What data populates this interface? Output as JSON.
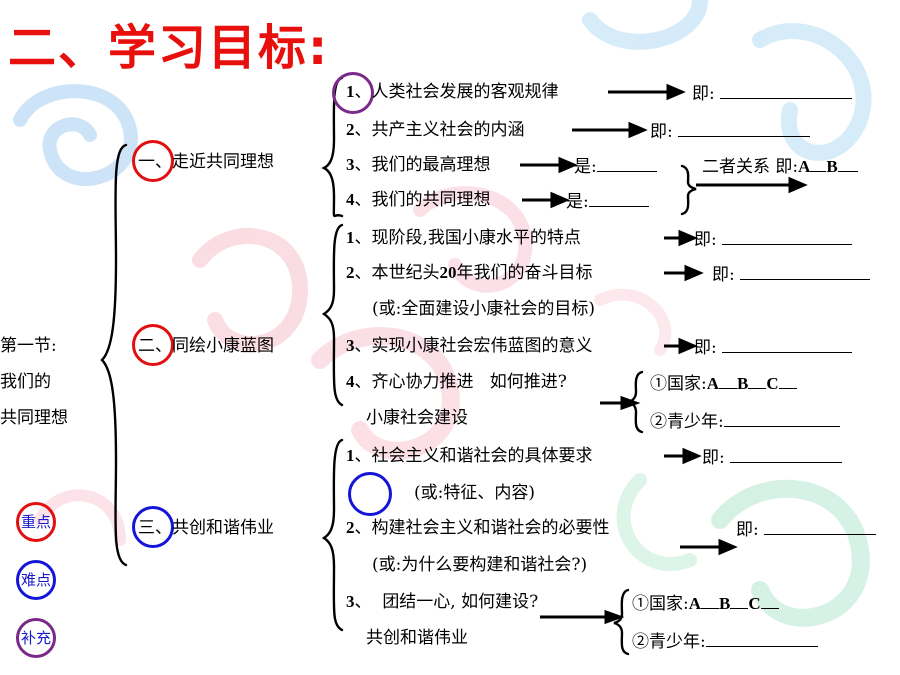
{
  "title": "二、学习目标:",
  "chapter": {
    "line1": "第一节:",
    "line2": "我们的",
    "line3": "共同理想"
  },
  "legend": {
    "key_point": "重点",
    "difficult_point": "难点",
    "supplement": "补充"
  },
  "section1": {
    "label": "一、走近共同理想",
    "items": [
      {
        "num": "1",
        "text": "、人类社会发展的客观规律",
        "tail": "即:"
      },
      {
        "num": "2",
        "text": "、共产主义社会的内涵",
        "tail": "即:"
      },
      {
        "num": "3",
        "text": "、我们的最高理想",
        "tail": "是:"
      },
      {
        "num": "4",
        "text": "、我们的共同理想",
        "tail": "是:"
      }
    ],
    "relation": "二者关系 即:",
    "relation_a": "A",
    "relation_b": "B"
  },
  "section2": {
    "label": "二、同绘小康蓝图",
    "items": [
      {
        "num": "1",
        "text": "、现阶段,我国小康水平的特点",
        "tail": "即:"
      },
      {
        "num": "2",
        "text": "、本世纪头",
        "bold": "20",
        "text2": "年我们的奋斗目标",
        "tail": "即:"
      },
      {
        "note": "(或:全面建设小康社会的目标)"
      },
      {
        "num": "3",
        "text": "、实现小康社会宏伟蓝图的意义",
        "tail": "即:"
      },
      {
        "num": "4",
        "text": "、齐心协力推进",
        "question": "如何推进?",
        "sub": "小康社会建设"
      }
    ],
    "country": "①国家:",
    "youth": "②青少年:",
    "abc": [
      "A",
      "B",
      "C"
    ]
  },
  "section3": {
    "label": "三、共创和谐伟业",
    "items": [
      {
        "num": "1",
        "text": "、社会主义和谐社会的具体要求",
        "tail": "即:"
      },
      {
        "note": "(或:特征、内容)"
      },
      {
        "num": "2",
        "text": "、构建社会主义和谐社会的必要性",
        "tail": "即:"
      },
      {
        "note": "(或:为什么要构建和谐社会?)"
      },
      {
        "num": "3",
        "text": "、",
        "question": "团结一心,   如何建设?",
        "sub": "共创和谐伟业"
      }
    ],
    "country": "①国家:",
    "youth": "②青少年:",
    "abc": [
      "A",
      "B",
      "C"
    ]
  },
  "colors": {
    "title": "#e8100c",
    "red_ring": "#e01010",
    "blue_ring": "#1515d8",
    "purple_ring": "#7a2a88",
    "legend_text": "#1a1acc"
  }
}
